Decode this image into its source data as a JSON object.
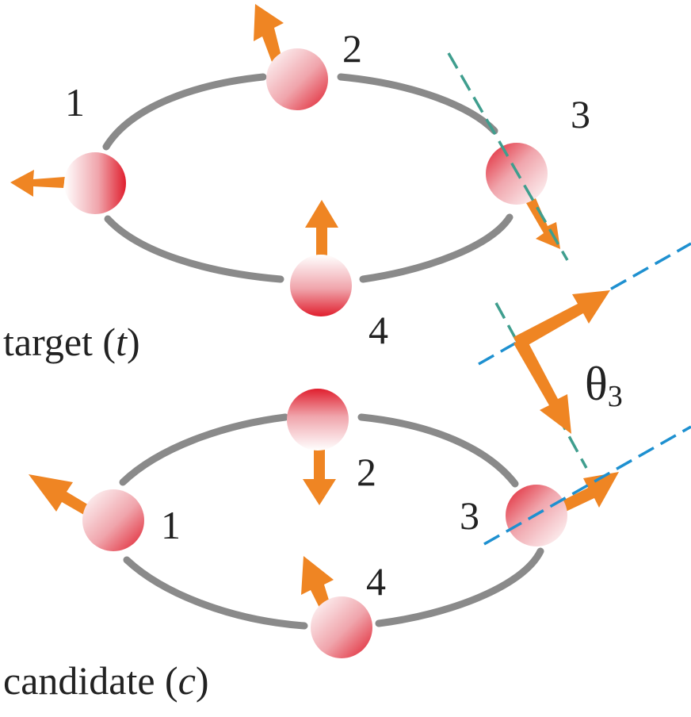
{
  "colors": {
    "ring": "#8a8a8a",
    "arrow": "#ef8523",
    "ball_core": "#e01f2e",
    "ball_light": "#ffffff",
    "dash_teal": "#3f9e8e",
    "dash_blue": "#1e90d0",
    "text": "#222222"
  },
  "target": {
    "caption_pre": "target (",
    "caption_var": "t",
    "caption_post": ")",
    "labels": [
      "1",
      "2",
      "3",
      "4"
    ]
  },
  "candidate": {
    "caption_pre": "candidate (",
    "caption_var": "c",
    "caption_post": ")",
    "labels": [
      "1",
      "2",
      "3",
      "4"
    ]
  },
  "angle": {
    "symbol": "θ",
    "subscript": "3"
  }
}
